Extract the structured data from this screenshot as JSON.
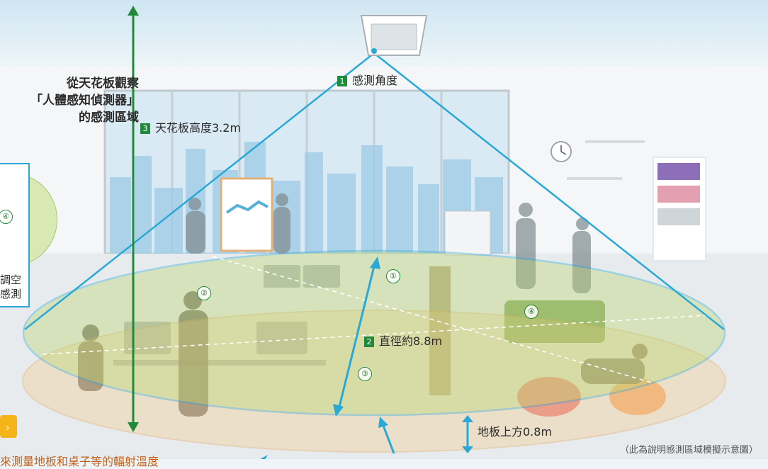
{
  "observation_title": [
    "從天花板觀察",
    "「人體感知偵測器」",
    "的感測區域"
  ],
  "labels": {
    "angle": {
      "num": "1",
      "text": "感測角度"
    },
    "diameter": {
      "num": "2",
      "text": "直徑約8.8m"
    },
    "ceiling": {
      "num": "3",
      "text": "天花板高度3.2m"
    },
    "floor": "地板上方0.8m"
  },
  "circled_markers": [
    "①",
    "②",
    "③",
    "④"
  ],
  "side_panel": {
    "marker": "④",
    "text_1": "調空",
    "text_2": "感測"
  },
  "bottom_text": "來測量地板和桌子等的輻射溫度",
  "note": "（此為說明感測區域模擬示意圖）",
  "colors": {
    "cone": "#2aa8d6",
    "badge": "#1f8a3a",
    "ellipse_upper": "#b9d66b",
    "ellipse_lower": "#f5c98a",
    "arrow_green": "#1f8a3a"
  }
}
